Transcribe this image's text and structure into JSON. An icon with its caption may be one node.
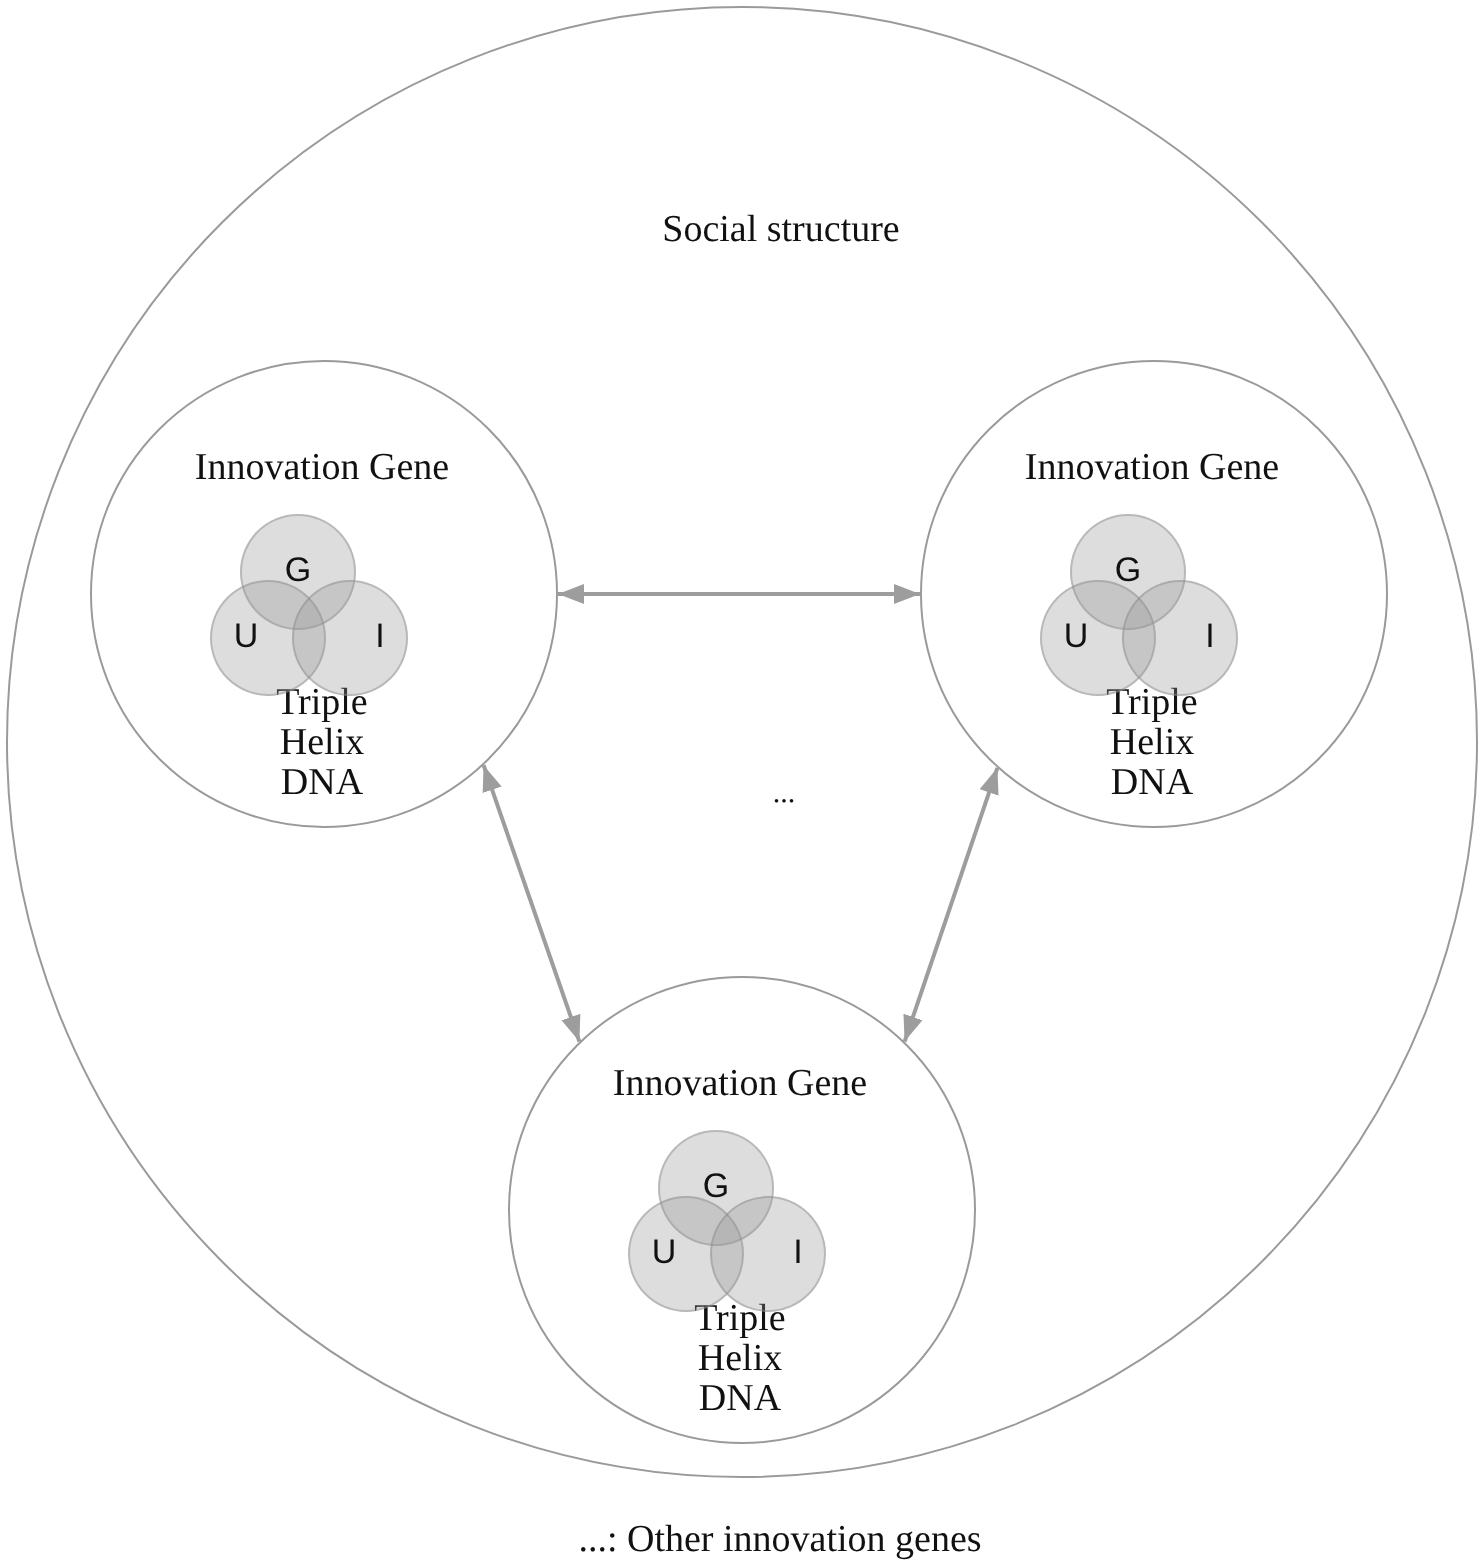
{
  "diagram": {
    "caption": "...: Other innovation genes",
    "nodes": [
      {
        "text": [
          "Social structure"
        ]
      },
      {
        "text": [
          "Innovation Gene",
          "Triple Helix DNA"
        ],
        "in": 0
      },
      {
        "text": [
          "G"
        ],
        "in": 1
      },
      {
        "text": [
          "U"
        ],
        "in": 1
      },
      {
        "text": [
          "I"
        ],
        "in": 1
      },
      {
        "text": [
          "Innovation Gene",
          "Triple Helix DNA"
        ],
        "in": 0
      },
      {
        "text": [
          "G"
        ],
        "in": 5
      },
      {
        "text": [
          "U"
        ],
        "in": 5
      },
      {
        "text": [
          "I"
        ],
        "in": 5
      },
      {
        "text": [
          "Innovation Gene",
          "Triple Helix DNA"
        ],
        "in": 0
      },
      {
        "text": [
          "G"
        ],
        "in": 9
      },
      {
        "text": [
          "U"
        ],
        "in": 9
      },
      {
        "text": [
          "I"
        ],
        "in": 9
      }
    ],
    "edges": [
      {
        "from": 1,
        "to": 5,
        "arrow": "both"
      },
      {
        "from": 1,
        "to": 9,
        "arrow": "both"
      },
      {
        "from": 5,
        "to": 9,
        "arrow": "both"
      }
    ],
    "labels": [
      "..."
    ]
  }
}
